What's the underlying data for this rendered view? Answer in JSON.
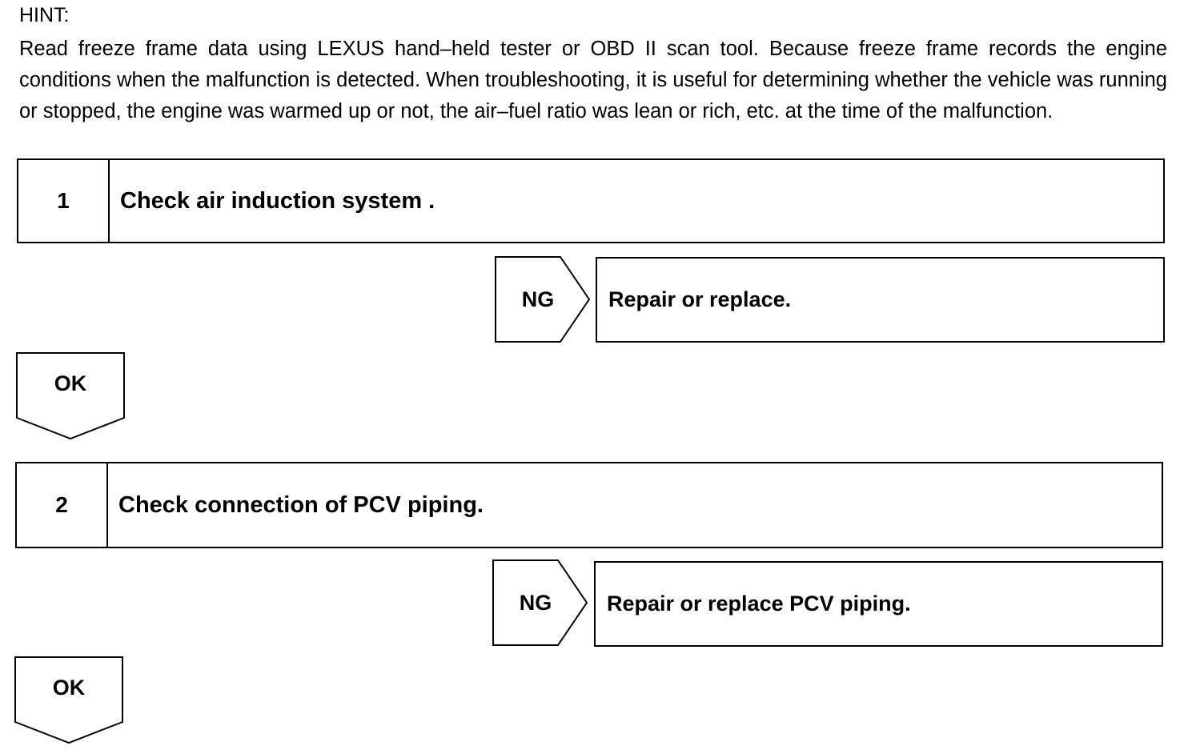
{
  "hint": {
    "title": "HINT:",
    "body": "Read freeze frame data using LEXUS hand–held tester or OBD II scan tool. Because freeze frame records the engine conditions when the malfunction is detected. When troubleshooting, it is useful for determining whether the vehicle was running or stopped, the engine was warmed up or not, the air–fuel ratio was lean or rich, etc. at the time of the malfunction."
  },
  "steps": [
    {
      "number": "1",
      "title": "Check air induction system .",
      "ng_label": "NG",
      "ng_action": "Repair or replace.",
      "ok_label": "OK"
    },
    {
      "number": "2",
      "title": "Check connection of PCV piping.",
      "ng_label": "NG",
      "ng_action": "Repair or replace PCV piping.",
      "ok_label": "OK"
    }
  ]
}
